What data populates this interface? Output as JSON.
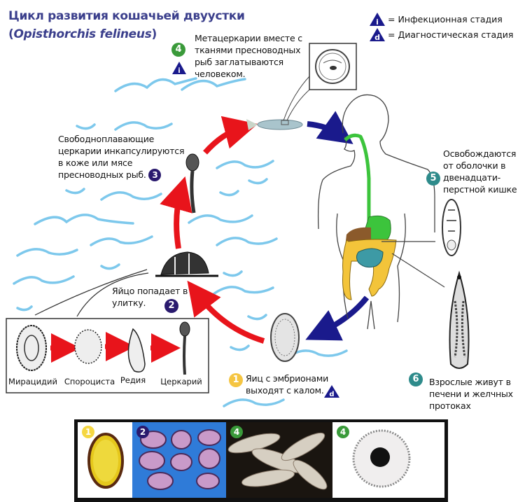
{
  "title": {
    "line1": "Цикл развития кошачьей  двуустки",
    "line2_open": "(",
    "line2_latin": "Opisthorchis felineus",
    "line2_close": ")"
  },
  "legend": {
    "infective": {
      "symbol": "i",
      "text": "= Инфекционная стадия"
    },
    "diagnostic": {
      "symbol": "d",
      "text": "= Диагностическая стадия"
    }
  },
  "colors": {
    "title": "#3b3f8c",
    "triangle": "#1a1a8c",
    "badge1": "#f5c542",
    "badge2": "#2a1a6e",
    "badge3": "#2a1a6e",
    "badge4": "#3a9a3a",
    "badge5": "#2e8b8b",
    "badge6": "#2e8b8b",
    "red_arrow": "#e8141b",
    "blue_arrow": "#1a1a8c",
    "water": "#6fc3ea"
  },
  "stages": [
    {
      "number": "1",
      "text_lines": [
        "Яиц с эмбрионами",
        "выходят с калом."
      ],
      "marker": "d"
    },
    {
      "number": "2",
      "text_lines": [
        "Яйцо попадает в",
        "улитку."
      ]
    },
    {
      "number": "3",
      "text_lines": [
        "Свободноплавающие",
        "церкарии инкапсулируются",
        "в коже или мясе",
        "пресноводных рыб."
      ]
    },
    {
      "number": "4",
      "text_lines": [
        "Метацеркарии вместе с",
        "тканями пресноводных",
        "рыб заглатываются",
        "человеком."
      ],
      "marker": "i"
    },
    {
      "number": "5",
      "text_lines": [
        "Освобождаются",
        "от оболочки в",
        "двенадцати-",
        "перстной кишке"
      ]
    },
    {
      "number": "6",
      "text_lines": [
        "Взрослые живут в",
        "печени и желчных",
        "протоках"
      ]
    }
  ],
  "snail_stages": [
    "Мирацидий",
    "Спороциста",
    "Редия",
    "Церкарий"
  ],
  "photos": [
    {
      "badge": "1",
      "subject": "egg"
    },
    {
      "badge": "2",
      "subject": "snails"
    },
    {
      "badge": "4",
      "subject": "fish"
    },
    {
      "badge": "4",
      "subject": "metacercaria"
    }
  ]
}
